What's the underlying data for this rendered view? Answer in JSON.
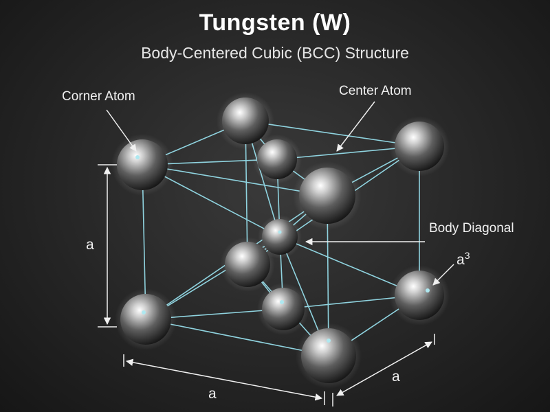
{
  "header": {
    "title": "Tungsten (W)",
    "subtitle": "Body-Centered Cubic (BCC) Structure"
  },
  "labels": {
    "corner_atom": "Corner Atom",
    "center_atom": "Center Atom",
    "body_diagonal": "Body Diagonal",
    "a_cubed_base": "a",
    "a_cubed_exp": "3"
  },
  "dimensions": {
    "left": "a",
    "bottom": "a",
    "right": "a"
  },
  "colors": {
    "bond": "#8fd3df",
    "atom_light": "#f4f4f4",
    "atom_dark": "#1a1a1a",
    "background": "#262626"
  }
}
